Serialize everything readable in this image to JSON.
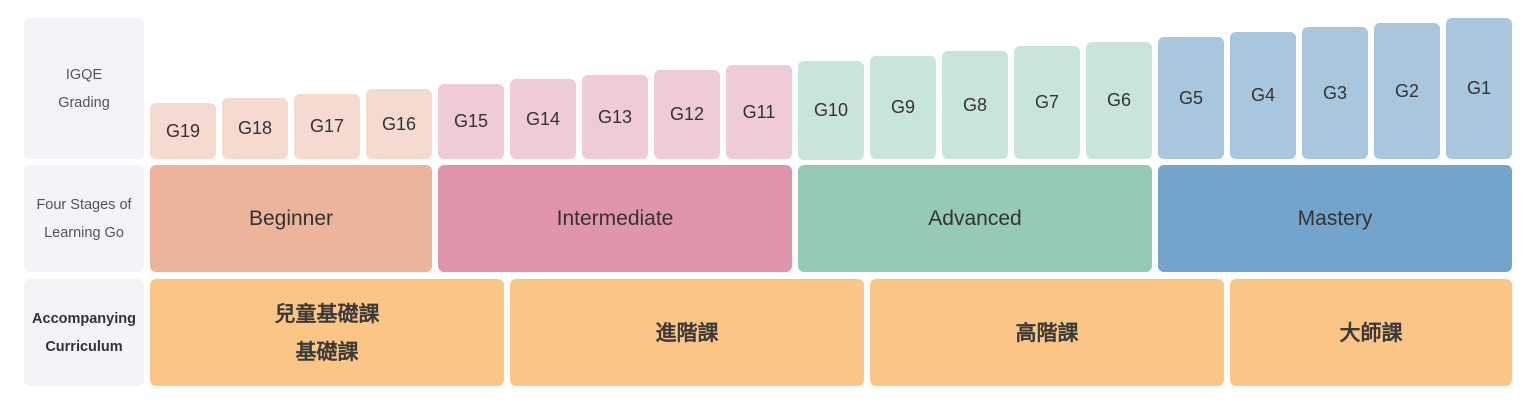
{
  "row_labels": {
    "grading": "IGQE\nGrading",
    "stages": "Four Stages of\nLearning Go",
    "curriculum": "Accompanying\nCurriculum"
  },
  "grades": [
    {
      "label": "G19",
      "stage": 0
    },
    {
      "label": "G18",
      "stage": 0
    },
    {
      "label": "G17",
      "stage": 0
    },
    {
      "label": "G16",
      "stage": 0
    },
    {
      "label": "G15",
      "stage": 1
    },
    {
      "label": "G14",
      "stage": 1
    },
    {
      "label": "G13",
      "stage": 1
    },
    {
      "label": "G12",
      "stage": 1
    },
    {
      "label": "G11",
      "stage": 1
    },
    {
      "label": "G10",
      "stage": 2
    },
    {
      "label": "G9",
      "stage": 2
    },
    {
      "label": "G8",
      "stage": 2
    },
    {
      "label": "G7",
      "stage": 2
    },
    {
      "label": "G6",
      "stage": 2
    },
    {
      "label": "G5",
      "stage": 3
    },
    {
      "label": "G4",
      "stage": 3
    },
    {
      "label": "G3",
      "stage": 3
    },
    {
      "label": "G2",
      "stage": 3
    },
    {
      "label": "G1",
      "stage": 3
    }
  ],
  "stages": [
    {
      "label": "Beginner",
      "color": "#edb49c",
      "grade_color": "#f5dacf",
      "grades": "G19–G16"
    },
    {
      "label": "Intermediate",
      "color": "#e095aa",
      "grade_color": "#f0cad4",
      "grades": "G15–G11"
    },
    {
      "label": "Advanced",
      "color": "#95cbb4",
      "grade_color": "#c9e4d9",
      "grades": "G10–G6"
    },
    {
      "label": "Mastery",
      "color": "#73a5cc",
      "grade_color": "#a8c6dd",
      "grades": "G5–G1"
    }
  ],
  "curriculum": [
    {
      "label": "兒童基礎課\n基礎課",
      "grades": "G19–G15"
    },
    {
      "label": "進階課",
      "grades": "G14–G10"
    },
    {
      "label": "高階課",
      "grades": "G9–G5"
    },
    {
      "label": "大師課",
      "grades": "G4–G1"
    }
  ],
  "curriculum_color": "#fbc585"
}
